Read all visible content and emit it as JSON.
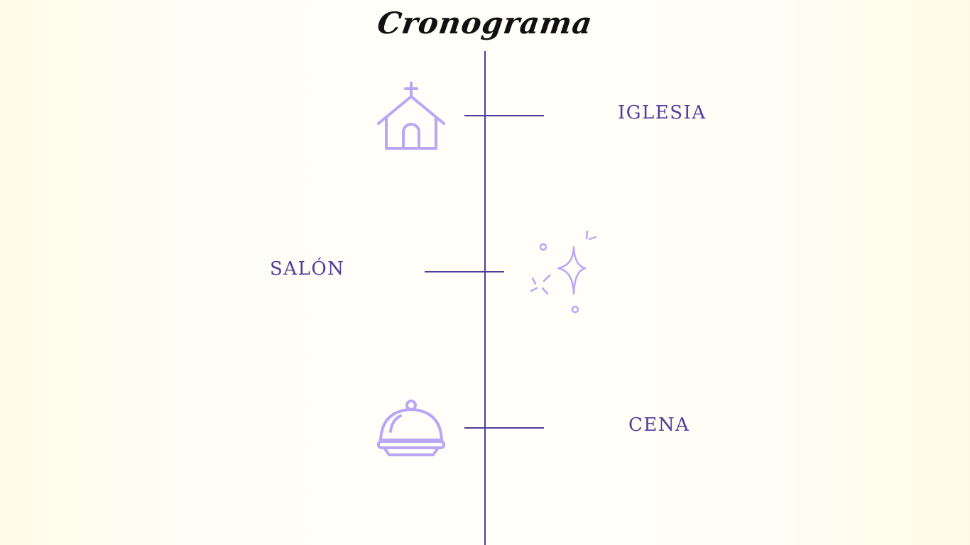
{
  "title": "Cronograma",
  "colors": {
    "line": "#4b3f9a",
    "label": "#4d3f9e",
    "icon": "#b9a6f5",
    "title": "#111111"
  },
  "timeline": {
    "events": [
      {
        "label": "IGLESIA",
        "icon": "church-icon",
        "label_side": "right",
        "icon_side": "left"
      },
      {
        "label": "SALÓN",
        "icon": "sparkle-icon",
        "label_side": "left",
        "icon_side": "right"
      },
      {
        "label": "CENA",
        "icon": "cloche-icon",
        "label_side": "right",
        "icon_side": "left"
      }
    ]
  }
}
